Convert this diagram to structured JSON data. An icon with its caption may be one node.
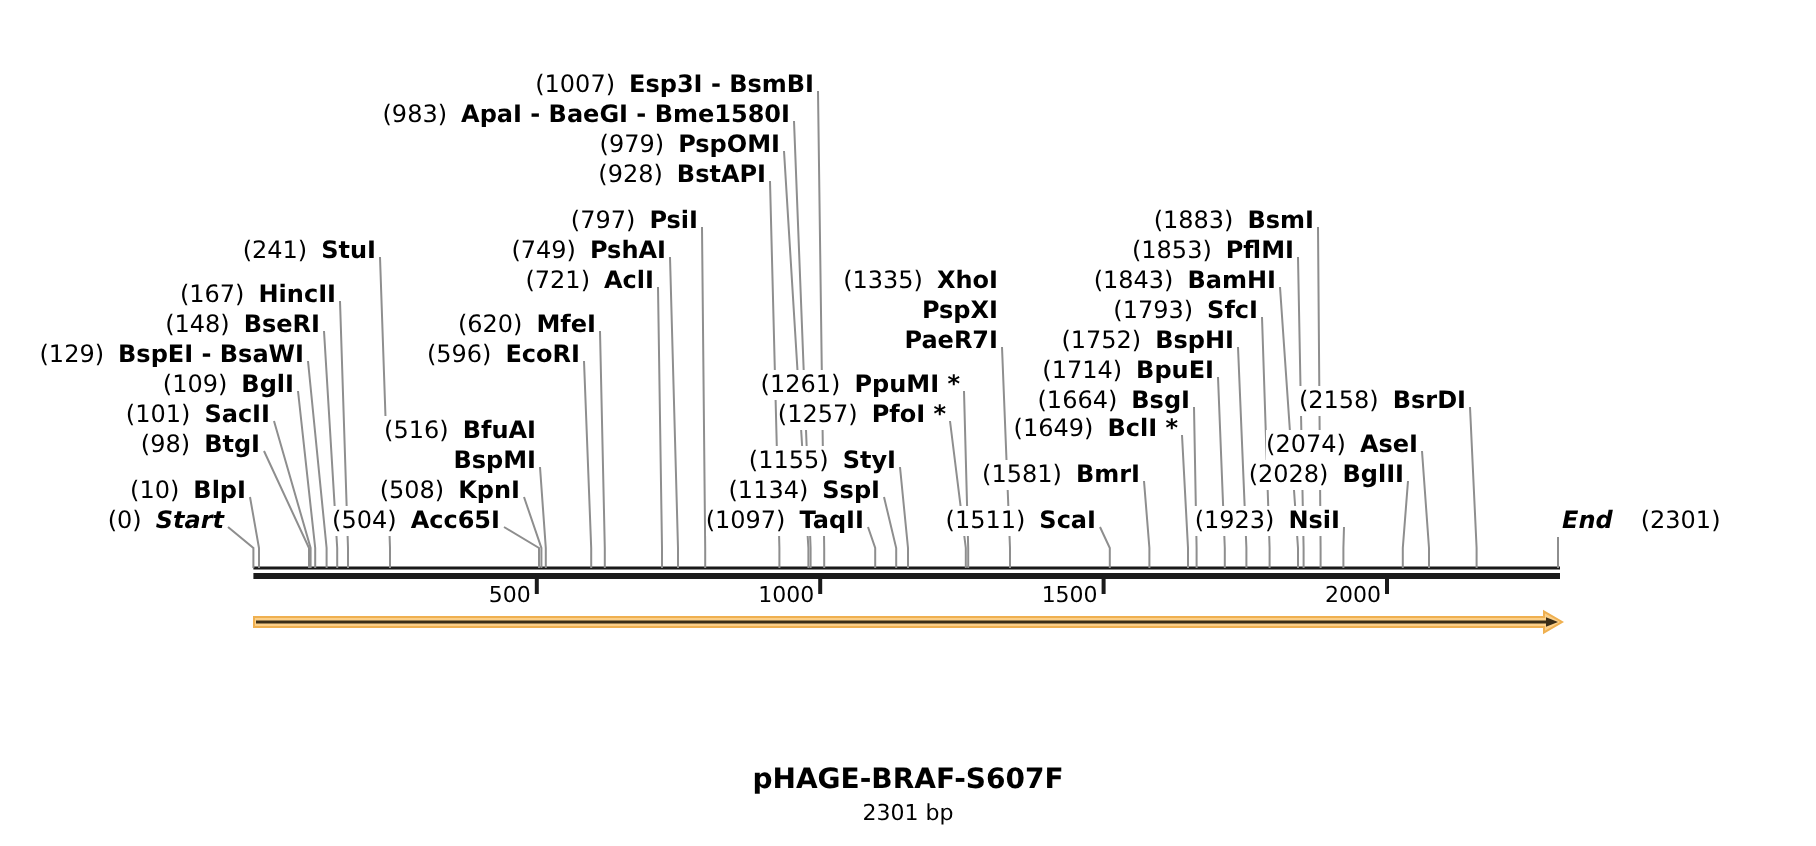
{
  "diagram": {
    "title": "pHAGE-BRAF-S607F",
    "caption": "2301 bp",
    "nodes": [
      {
        "text": [
          "(0)",
          "Start"
        ]
      },
      {
        "text": [
          "(10)",
          "BlpI"
        ]
      },
      {
        "text": [
          "(98)",
          "BtgI"
        ]
      },
      {
        "text": [
          "(101)",
          "SacII"
        ]
      },
      {
        "text": [
          "(109)",
          "BglI"
        ]
      },
      {
        "text": [
          "(129)",
          "BspEI - BsaWI"
        ]
      },
      {
        "text": [
          "(148)",
          "BseRI"
        ]
      },
      {
        "text": [
          "(167)",
          "HincII"
        ]
      },
      {
        "text": [
          "(241)",
          "StuI"
        ]
      },
      {
        "text": [
          "(504)",
          "Acc65I"
        ]
      },
      {
        "text": [
          "(508)",
          "KpnI"
        ]
      },
      {
        "text": [
          "(516)",
          "BfuAI",
          "BspMI"
        ]
      },
      {
        "text": [
          "(596)",
          "EcoRI"
        ]
      },
      {
        "text": [
          "(620)",
          "MfeI"
        ]
      },
      {
        "text": [
          "(721)",
          "AclI"
        ]
      },
      {
        "text": [
          "(749)",
          "PshAI"
        ]
      },
      {
        "text": [
          "(797)",
          "PsiI"
        ]
      },
      {
        "text": [
          "(928)",
          "BstAPI"
        ]
      },
      {
        "text": [
          "(979)",
          "PspOMI"
        ]
      },
      {
        "text": [
          "(983)",
          "ApaI - BaeGI - Bme1580I"
        ]
      },
      {
        "text": [
          "(1007)",
          "Esp3I - BsmBI"
        ]
      },
      {
        "text": [
          "(1097)",
          "TaqII"
        ]
      },
      {
        "text": [
          "(1134)",
          "SspI"
        ]
      },
      {
        "text": [
          "(1155)",
          "StyI"
        ]
      },
      {
        "text": [
          "(1257)",
          "PfoI *"
        ]
      },
      {
        "text": [
          "(1261)",
          "PpuMI *"
        ]
      },
      {
        "text": [
          "(1335)",
          "XhoI",
          "PspXI",
          "PaeR7I"
        ]
      },
      {
        "text": [
          "(1511)",
          "ScaI"
        ]
      },
      {
        "text": [
          "(1581)",
          "BmrI"
        ]
      },
      {
        "text": [
          "(1649)",
          "BclI *"
        ]
      },
      {
        "text": [
          "(1664)",
          "BsgI"
        ]
      },
      {
        "text": [
          "(1714)",
          "BpuEI"
        ]
      },
      {
        "text": [
          "(1752)",
          "BspHI"
        ]
      },
      {
        "text": [
          "(1793)",
          "SfcI"
        ]
      },
      {
        "text": [
          "(1843)",
          "BamHI"
        ]
      },
      {
        "text": [
          "(1853)",
          "PflMI"
        ]
      },
      {
        "text": [
          "(1883)",
          "BsmI"
        ]
      },
      {
        "text": [
          "(1923)",
          "NsiI"
        ]
      },
      {
        "text": [
          "(2028)",
          "BglII"
        ]
      },
      {
        "text": [
          "(2074)",
          "AseI"
        ]
      },
      {
        "text": [
          "(2158)",
          "BsrDI"
        ]
      },
      {
        "text": [
          "End",
          "(2301)"
        ]
      },
      {
        "text": [],
        "shape": "bar"
      }
    ],
    "edges": [
      {
        "from": 0,
        "to": 42,
        "arrow": "none"
      },
      {
        "from": 1,
        "to": 42,
        "arrow": "none"
      },
      {
        "from": 2,
        "to": 42,
        "arrow": "none"
      },
      {
        "from": 3,
        "to": 42,
        "arrow": "none"
      },
      {
        "from": 4,
        "to": 42,
        "arrow": "none"
      },
      {
        "from": 5,
        "to": 42,
        "arrow": "none"
      },
      {
        "from": 6,
        "to": 42,
        "arrow": "none"
      },
      {
        "from": 7,
        "to": 42,
        "arrow": "none"
      },
      {
        "from": 8,
        "to": 42,
        "arrow": "none"
      },
      {
        "from": 9,
        "to": 42,
        "arrow": "none"
      },
      {
        "from": 10,
        "to": 42,
        "arrow": "none"
      },
      {
        "from": 11,
        "to": 42,
        "arrow": "none"
      },
      {
        "from": 12,
        "to": 42,
        "arrow": "none"
      },
      {
        "from": 13,
        "to": 42,
        "arrow": "none"
      },
      {
        "from": 14,
        "to": 42,
        "arrow": "none"
      },
      {
        "from": 15,
        "to": 42,
        "arrow": "none"
      },
      {
        "from": 16,
        "to": 42,
        "arrow": "none"
      },
      {
        "from": 17,
        "to": 42,
        "arrow": "none"
      },
      {
        "from": 18,
        "to": 42,
        "arrow": "none"
      },
      {
        "from": 19,
        "to": 42,
        "arrow": "none"
      },
      {
        "from": 20,
        "to": 42,
        "arrow": "none"
      },
      {
        "from": 21,
        "to": 42,
        "arrow": "none"
      },
      {
        "from": 22,
        "to": 42,
        "arrow": "none"
      },
      {
        "from": 23,
        "to": 42,
        "arrow": "none"
      },
      {
        "from": 24,
        "to": 42,
        "arrow": "none"
      },
      {
        "from": 25,
        "to": 42,
        "arrow": "none"
      },
      {
        "from": 26,
        "to": 42,
        "arrow": "none"
      },
      {
        "from": 27,
        "to": 42,
        "arrow": "none"
      },
      {
        "from": 28,
        "to": 42,
        "arrow": "none"
      },
      {
        "from": 29,
        "to": 42,
        "arrow": "none"
      },
      {
        "from": 30,
        "to": 42,
        "arrow": "none"
      },
      {
        "from": 31,
        "to": 42,
        "arrow": "none"
      },
      {
        "from": 32,
        "to": 42,
        "arrow": "none"
      },
      {
        "from": 33,
        "to": 42,
        "arrow": "none"
      },
      {
        "from": 34,
        "to": 42,
        "arrow": "none"
      },
      {
        "from": 35,
        "to": 42,
        "arrow": "none"
      },
      {
        "from": 36,
        "to": 42,
        "arrow": "none"
      },
      {
        "from": 37,
        "to": 42,
        "arrow": "none"
      },
      {
        "from": 38,
        "to": 42,
        "arrow": "none"
      },
      {
        "from": 39,
        "to": 42,
        "arrow": "none"
      },
      {
        "from": 40,
        "to": 42,
        "arrow": "none"
      },
      {
        "from": 41,
        "to": 42,
        "arrow": "none"
      }
    ],
    "labels": [
      "500",
      "1000",
      "1500",
      "2000"
    ]
  }
}
